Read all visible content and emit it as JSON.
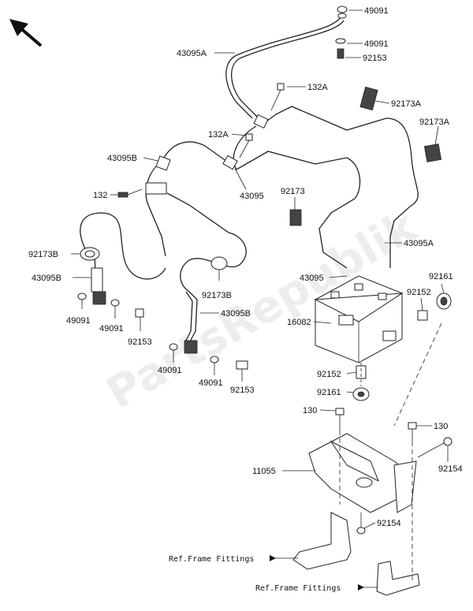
{
  "parts": {
    "p49091_a": "49091",
    "p49091_b": "49091",
    "p92153_a": "92153",
    "p43095A_a": "43095A",
    "p132A_a": "132A",
    "p92173A_a": "92173A",
    "p92173A_b": "92173A",
    "p132A_b": "132A",
    "p43095B_a": "43095B",
    "p132": "132",
    "p43095": "43095",
    "p92173": "92173",
    "p92173B_a": "92173B",
    "p43095A_b": "43095A",
    "p43095B_b": "43095B",
    "p43095_b": "43095",
    "p92161_a": "92161",
    "p92173B_b": "92173B",
    "p92152_a": "92152",
    "p43095B_c": "43095B",
    "p49091_c": "49091",
    "p49091_d": "49091",
    "p92153_b": "92153",
    "p16082": "16082",
    "p49091_e": "49091",
    "p49091_f": "49091",
    "p92153_c": "92153",
    "p92152_b": "92152",
    "p92161_b": "92161",
    "p130_a": "130",
    "p130_b": "130",
    "p11055": "11055",
    "p92154_a": "92154",
    "p92154_b": "92154",
    "ref_a": "Ref.Frame Fittings",
    "ref_b": "Ref.Frame Fittings"
  },
  "watermark": "PartsRepublik"
}
